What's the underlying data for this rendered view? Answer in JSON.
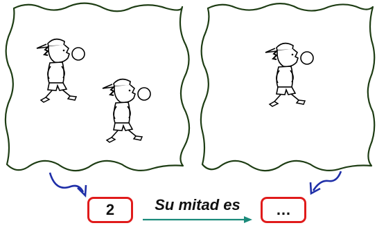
{
  "left_panel": {
    "count_shown": 2,
    "figure": "boy-blowing-bubble-gum"
  },
  "right_panel": {
    "count_shown": 1,
    "figure": "boy-blowing-bubble-gum"
  },
  "left_box": {
    "value": "2"
  },
  "right_box": {
    "value": "…"
  },
  "caption": {
    "text": "Su mitad es"
  },
  "colors": {
    "frame": "#1e3d14",
    "box_border": "#e01b1b",
    "pointer_arrow": "#1f2fa8",
    "connector_arrow": "#1a8a7a"
  },
  "icons": {
    "pointer": "curved-arrow-icon",
    "connector": "right-arrow-icon"
  }
}
